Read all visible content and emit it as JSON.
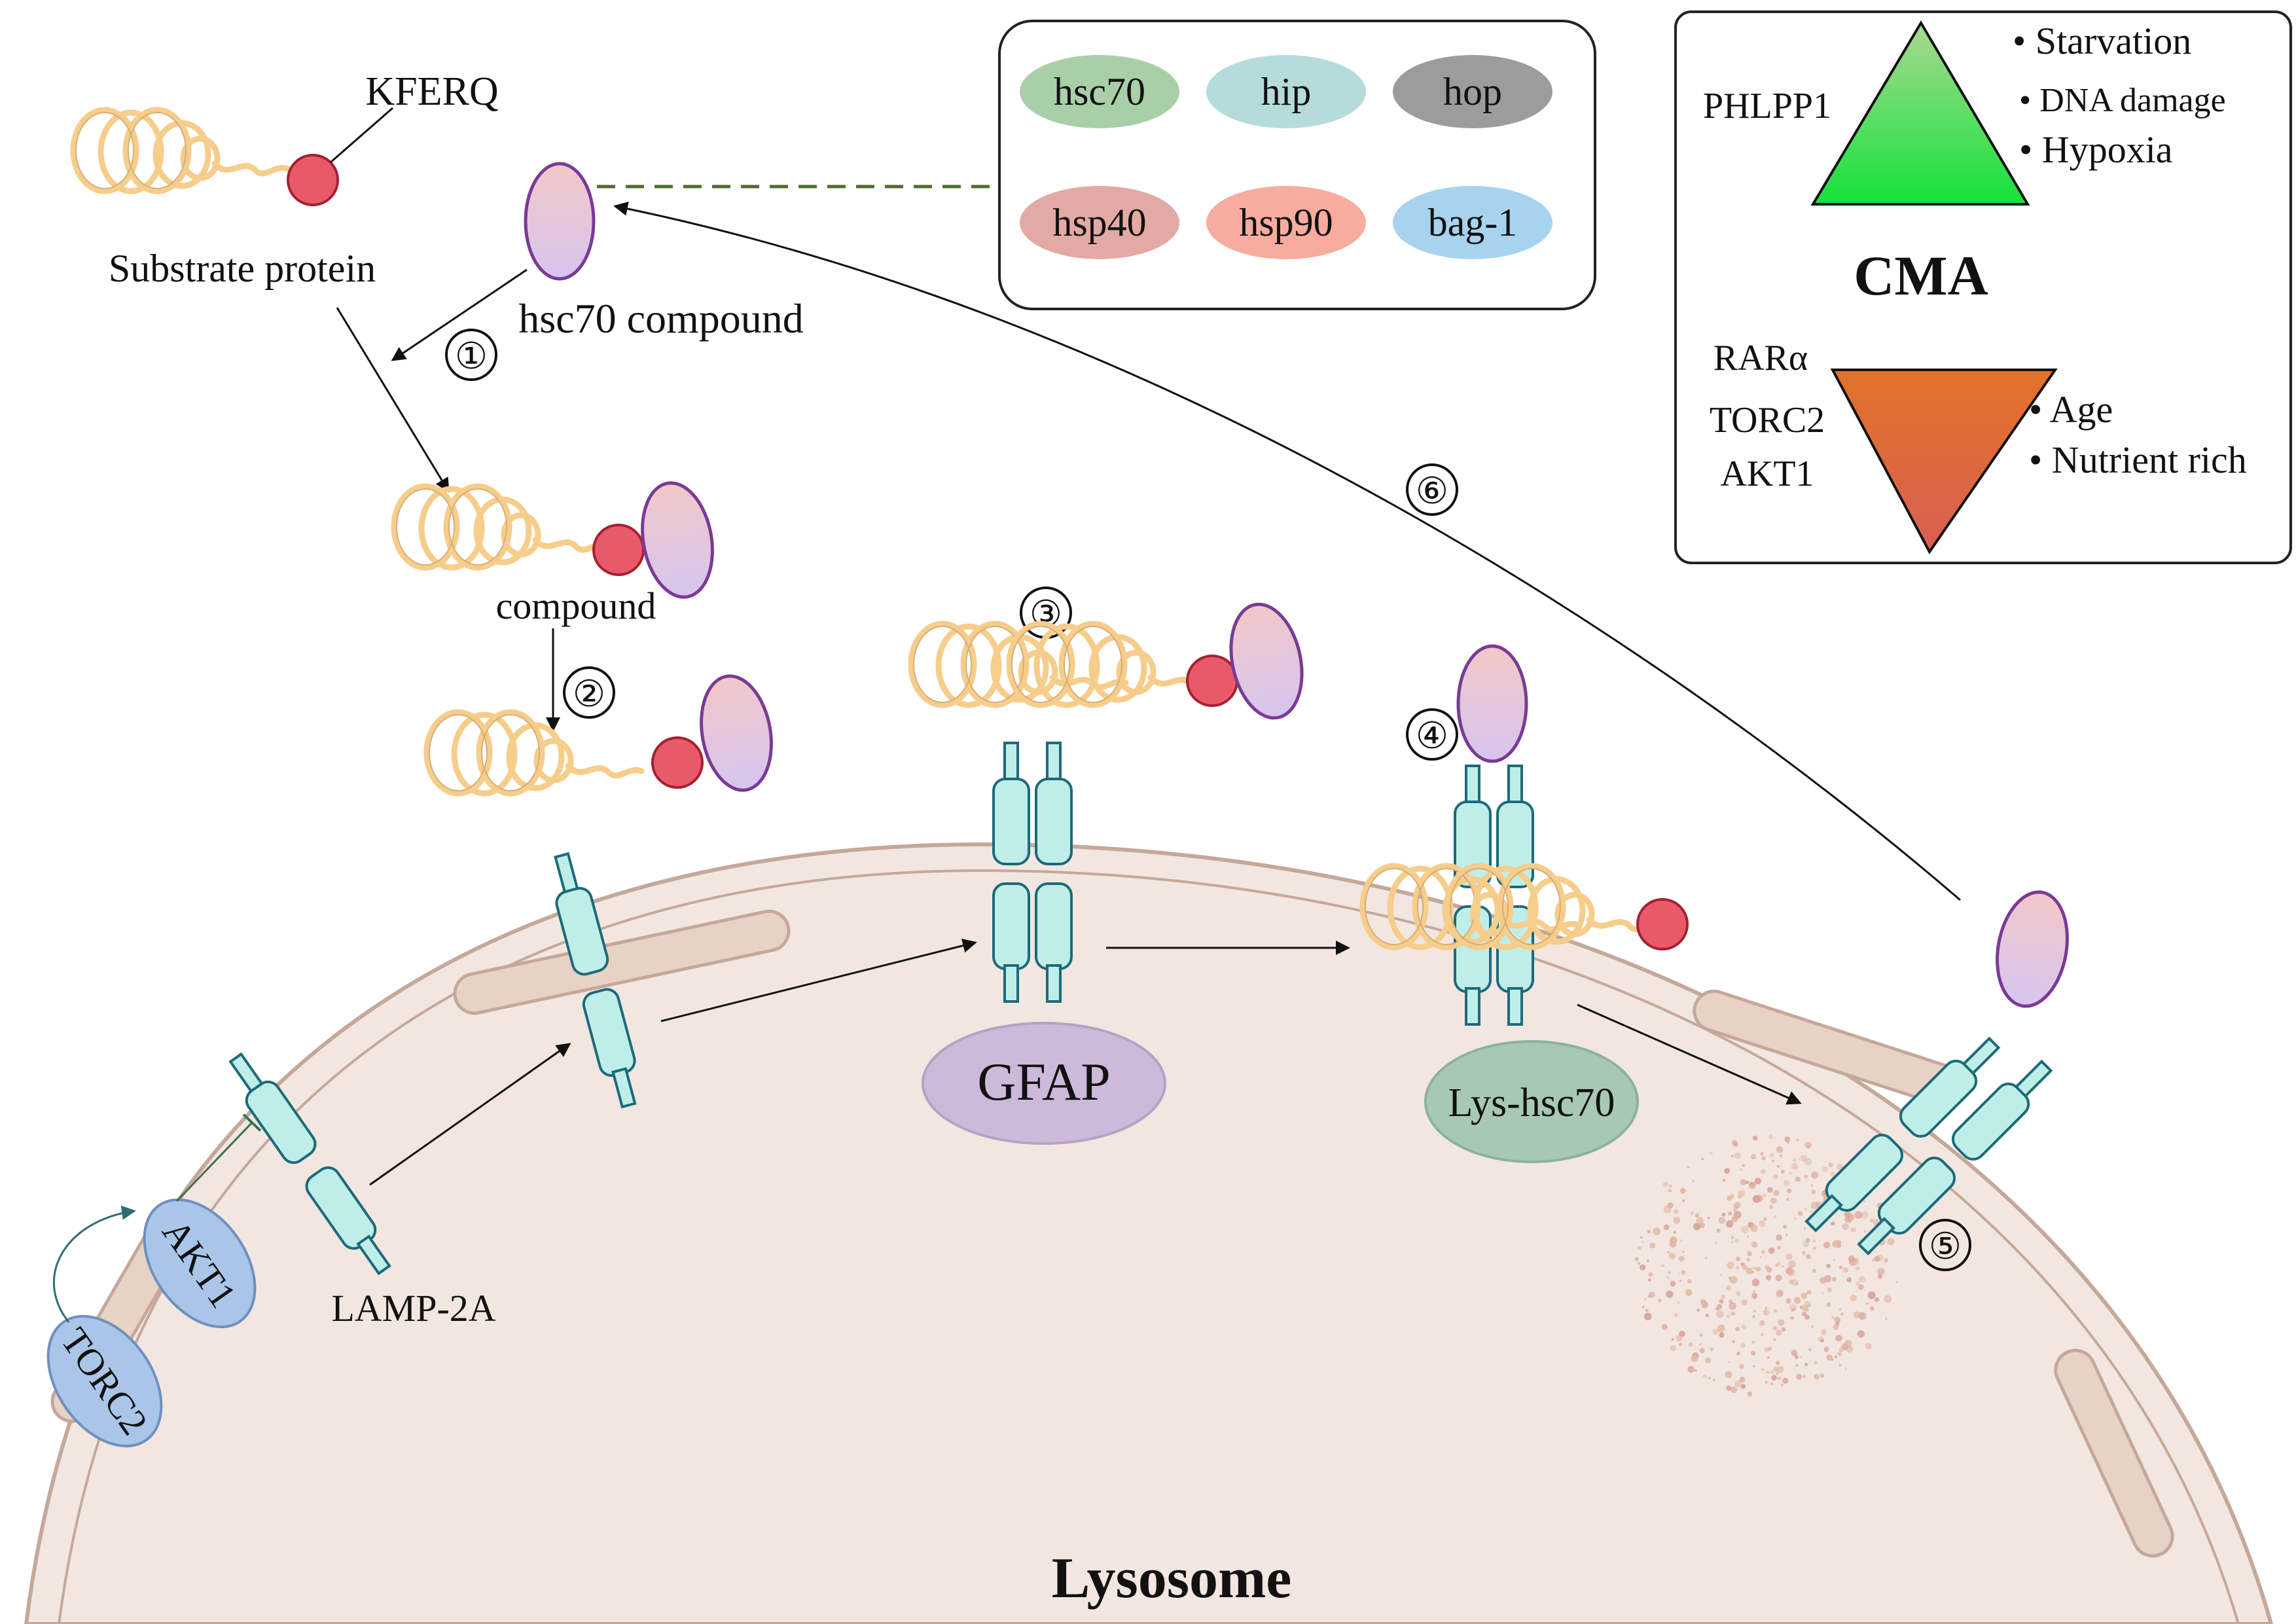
{
  "substrate": {
    "label": "Substrate protein",
    "motif_label": "KFERQ"
  },
  "hsc70_compound": {
    "label": "hsc70 compound"
  },
  "compound": {
    "label": "compound"
  },
  "chaperones": [
    {
      "name": "hsc70",
      "color": "#a9cfa9"
    },
    {
      "name": "hip",
      "color": "#b5dcdb"
    },
    {
      "name": "hop",
      "color": "#9c9c9c"
    },
    {
      "name": "hsp40",
      "color": "#e3a9a5"
    },
    {
      "name": "hsp90",
      "color": "#f7ac9e"
    },
    {
      "name": "bag-1",
      "color": "#a7d3ef"
    }
  ],
  "regulation": {
    "title": "CMA",
    "activators": [
      "PHLPP1"
    ],
    "activating_conditions": [
      "• Starvation",
      "• DNA damage",
      "• Hypoxia"
    ],
    "inhibitors": [
      "RARα",
      "TORC2",
      "AKT1"
    ],
    "inhibiting_conditions": [
      "• Age",
      "• Nutrient rich"
    ],
    "up_color": "#22dd33",
    "down_color": "#e07030"
  },
  "steps": [
    "①",
    "②",
    "③",
    "④",
    "⑤",
    "⑥"
  ],
  "receptor_label": "LAMP-2A",
  "gfap_label": "GFAP",
  "lys_hsc70_label": "Lys-hsc70",
  "akt1_label": "AKT1",
  "torc2_label": "TORC2",
  "lysosome_label": "Lysosome",
  "colors": {
    "lysosome_fill": "#f2e6e0",
    "membrane": "#e8d2c5",
    "membrane_stroke": "#c5a89a",
    "coil": "#f6cd8a",
    "kferq": "#e85a6a",
    "hsc70": "#e7c4e2",
    "lamp_fill": "#bfeee9",
    "lamp_stroke": "#1c6a7a",
    "gfap": "#cdb9d9",
    "lys_hsc70": "#a8c8b4",
    "kinase": "#a9c5e8"
  }
}
